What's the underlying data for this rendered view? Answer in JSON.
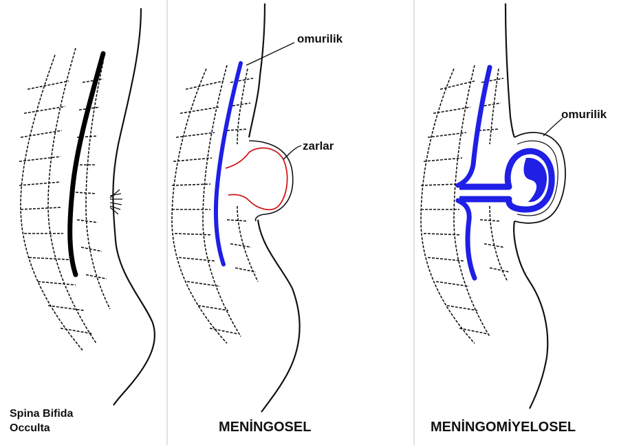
{
  "panels": [
    {
      "caption_lines": [
        "Spina Bifida",
        "Occulta"
      ]
    },
    {
      "caption": "MENİNGOSEL",
      "labels": [
        "omurilik",
        "zarlar"
      ]
    },
    {
      "caption": "MENİNGOMİYELOSEL",
      "labels": [
        "omurilik"
      ]
    }
  ],
  "colors": {
    "cord_normal": "#000000",
    "cord_highlight": "#1f1fe6",
    "membrane": "#d01818",
    "divider": "#cfcfcf"
  }
}
